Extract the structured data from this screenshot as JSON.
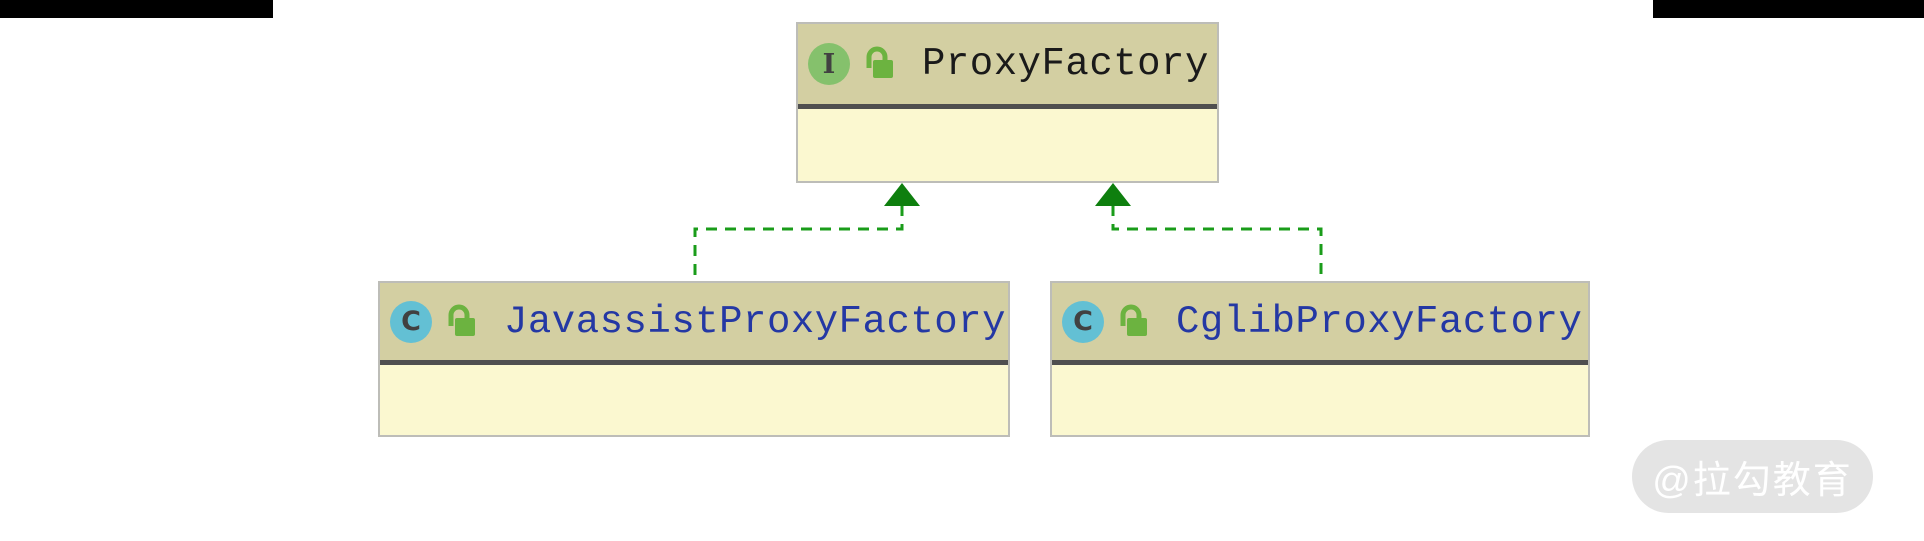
{
  "diagram": {
    "kind": "uml-class-diagram",
    "nodes": [
      {
        "id": "interface",
        "type": "interface",
        "icon_letter": "I",
        "name": "ProxyFactory"
      },
      {
        "id": "class-left",
        "type": "class",
        "icon_letter": "C",
        "name": "JavassistProxyFactory"
      },
      {
        "id": "class-right",
        "type": "class",
        "icon_letter": "C",
        "name": "CglibProxyFactory"
      }
    ],
    "edges": [
      {
        "from": "JavassistProxyFactory",
        "to": "ProxyFactory",
        "relation": "implements",
        "style": "dashed-green-hollowless-filled-triangle"
      },
      {
        "from": "CglibProxyFactory",
        "to": "ProxyFactory",
        "relation": "implements",
        "style": "dashed-green-hollowless-filled-triangle"
      }
    ]
  },
  "watermark": {
    "text": "@拉勾教育"
  },
  "colors": {
    "top_bar": "#000000",
    "node_header_bg": "#d3cfa2",
    "node_body_bg": "#fbf8d0",
    "node_border": "#bdbdb8",
    "node_separator": "#4f4f4f",
    "interface_icon_bg": "#85c16c",
    "class_icon_bg": "#63c0d4",
    "icon_letter": "#414141",
    "lock_icon": "#6cb340",
    "interface_title": "#1a1a1a",
    "class_title": "#2438a4",
    "edge_line": "#1a9c1a",
    "edge_arrow": "#0e7f0e",
    "watermark_bg": "#e4e4e4",
    "watermark_text": "#ffffff"
  }
}
